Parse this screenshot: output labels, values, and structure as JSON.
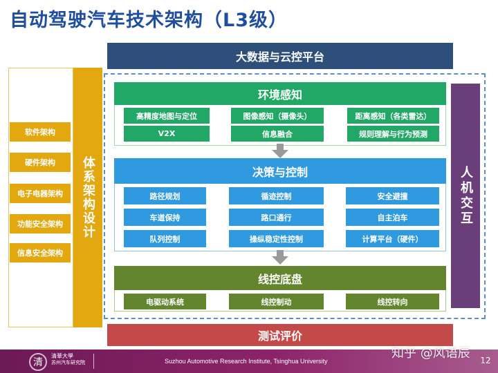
{
  "title": "自动驾驶汽车技术架构（L3级）",
  "top_bar": "大数据与云控平台",
  "left_column": {
    "items": [
      "软件架构",
      "硬件架构",
      "电子电器架构",
      "功能安全架构",
      "信息安全架构"
    ],
    "header": "体系架构设计"
  },
  "right_column": {
    "header": "人机交互"
  },
  "environment": {
    "header": "环境感知",
    "items": [
      "高精度地图与定位",
      "图像感知（摄像头）",
      "距离感知（各类雷达）",
      "V2X",
      "信息融合",
      "规则理解与行为预测"
    ]
  },
  "decision": {
    "header": "决策与控制",
    "items": [
      "路径规划",
      "循迹控制",
      "安全避撞",
      "车道保持",
      "路口通行",
      "自主泊车",
      "队列控制",
      "操纵稳定性控制",
      "计算平台（硬件）"
    ]
  },
  "chassis": {
    "header": "线控底盘",
    "items": [
      "电驱动系统",
      "线控制动",
      "线控转向"
    ]
  },
  "bottom_bar": "测试评价",
  "footer": {
    "logo_glyph": "清",
    "logo_text": "清華大學",
    "logo_subtext": "苏州汽车研究院",
    "institute": "Suzhou Automotive Research Institute, Tsinghua University",
    "page": "12"
  },
  "watermark": "知乎 @风语辰",
  "colors": {
    "title": "#1f4e9e",
    "top_bar": "#2d4f7a",
    "architecture": "#e3a710",
    "hmi": "#6a3e78",
    "environment": "#22a866",
    "decision": "#2f9ae0",
    "chassis": "#62852d",
    "test": "#c44a4a",
    "footer": "#7a1f5e",
    "arrow": "#9a9a9a"
  }
}
